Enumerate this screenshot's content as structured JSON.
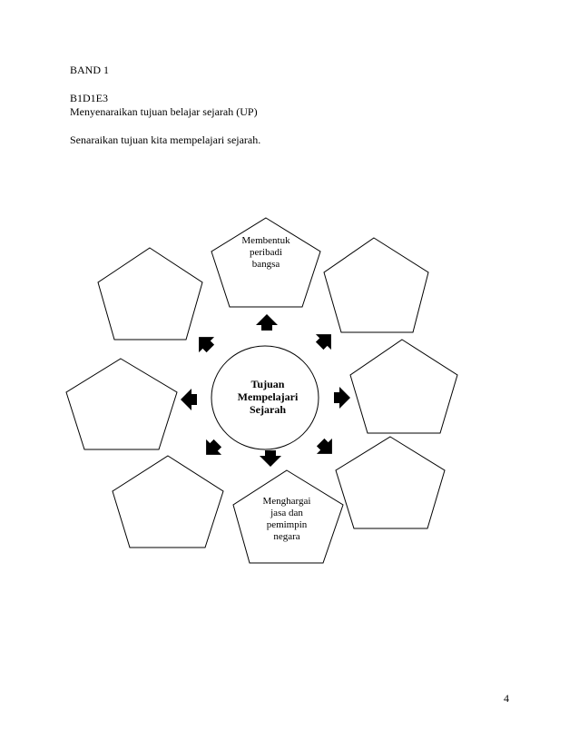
{
  "header": {
    "band": "BAND 1",
    "code": "B1D1E3",
    "objective": "Menyenaraikan tujuan belajar sejarah (UP)",
    "instruction": "Senaraikan tujuan kita mempelajari sejarah."
  },
  "diagram": {
    "center": "Tujuan\nMempelajari\nSejarah",
    "top_pentagon": "Membentuk\nperibadi\nbangsa",
    "bottom_pentagon": "Menghargai\njasa dan\npemimpin\nnegara"
  },
  "footer": {
    "page_number": "4"
  }
}
